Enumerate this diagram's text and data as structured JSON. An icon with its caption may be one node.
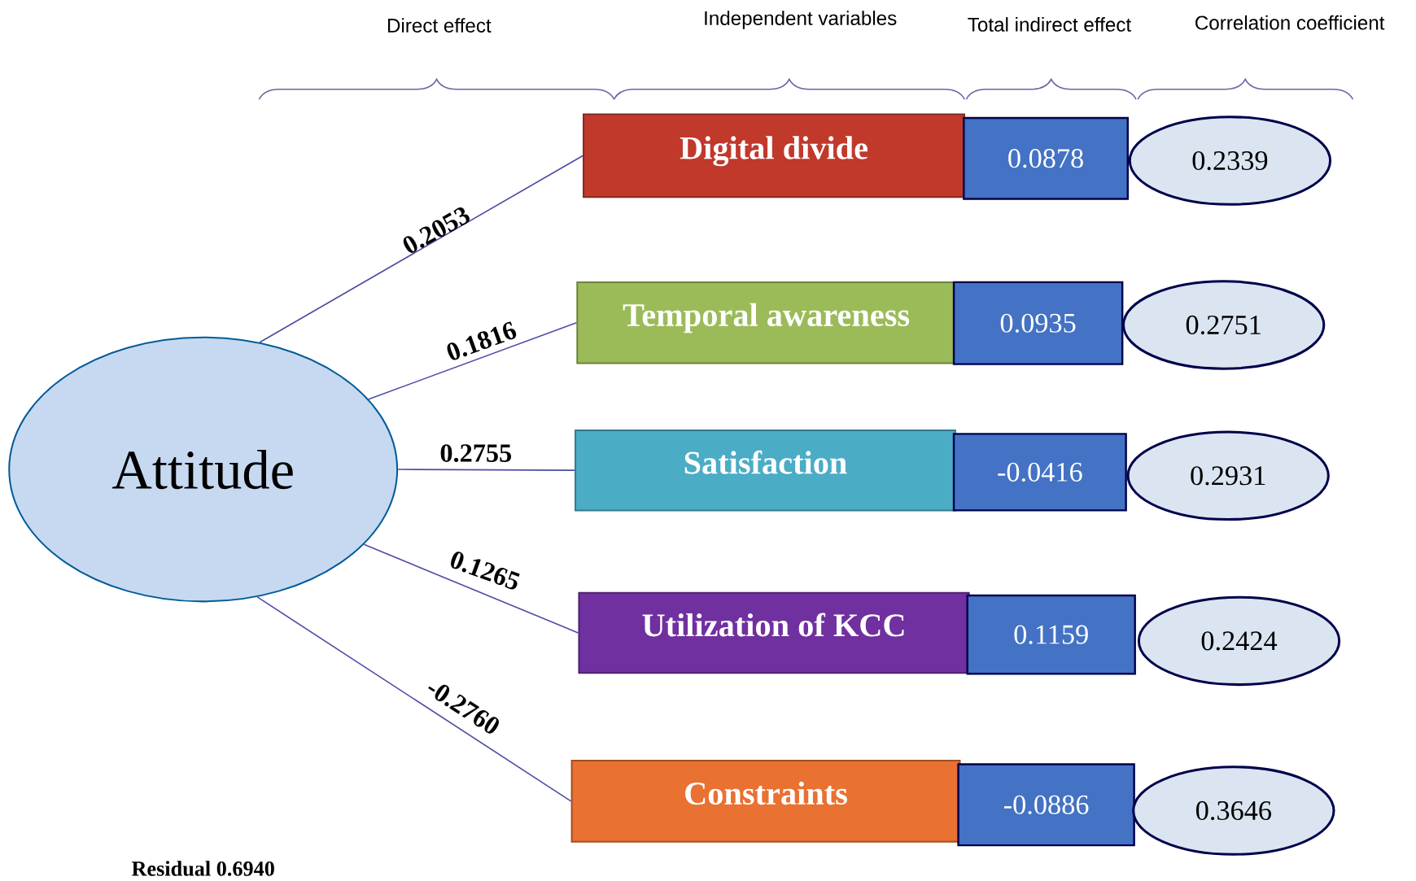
{
  "diagram": {
    "nodes": [
      {
        "text": [
          "Attitude"
        ]
      },
      {
        "text": [
          "Digital divide"
        ]
      },
      {
        "text": [
          "0.0878"
        ]
      },
      {
        "text": [
          "0.2339"
        ]
      },
      {
        "text": [
          "Temporal awareness"
        ]
      },
      {
        "text": [
          "0.0935"
        ]
      },
      {
        "text": [
          "0.2751"
        ]
      },
      {
        "text": [
          "Satisfaction"
        ]
      },
      {
        "text": [
          "-0.0416"
        ]
      },
      {
        "text": [
          "0.2931"
        ]
      },
      {
        "text": [
          "Utilization of KCC"
        ]
      },
      {
        "text": [
          "0.1159"
        ]
      },
      {
        "text": [
          "0.2424"
        ]
      },
      {
        "text": [
          "Constraints"
        ]
      },
      {
        "text": [
          "-0.0886"
        ]
      },
      {
        "text": [
          "0.3646"
        ]
      }
    ],
    "edges": [
      {
        "from": 0,
        "to": 1,
        "arrow": "none",
        "label": "0.2053"
      },
      {
        "from": 0,
        "to": 4,
        "arrow": "none",
        "label": "0.1816"
      },
      {
        "from": 0,
        "to": 7,
        "arrow": "none",
        "label": "0.2755"
      },
      {
        "from": 0,
        "to": 10,
        "arrow": "none",
        "label": "0.1265"
      },
      {
        "from": 0,
        "to": 13,
        "arrow": "none",
        "label": "-0.2760"
      }
    ],
    "labels": [
      "Direct effect",
      "Independent variables",
      "Total indirect effect",
      "Correlation coefficient",
      "Residual 0.6940"
    ]
  }
}
